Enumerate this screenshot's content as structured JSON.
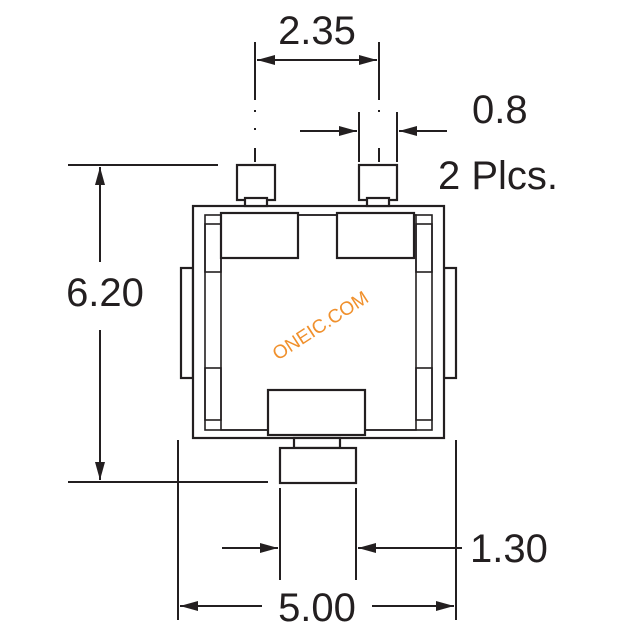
{
  "drawing": {
    "dim_pin_spacing": "2.35",
    "dim_pin_width": "0.8",
    "dim_pin_count": "2 Plcs.",
    "dim_height": "6.20",
    "dim_bottom_pin_offset": "1.30",
    "dim_width": "5.00"
  },
  "watermark": {
    "text": "ONEIC.COM",
    "color": "#f0902c"
  },
  "colors": {
    "line": "#231f20",
    "background": "#ffffff"
  }
}
